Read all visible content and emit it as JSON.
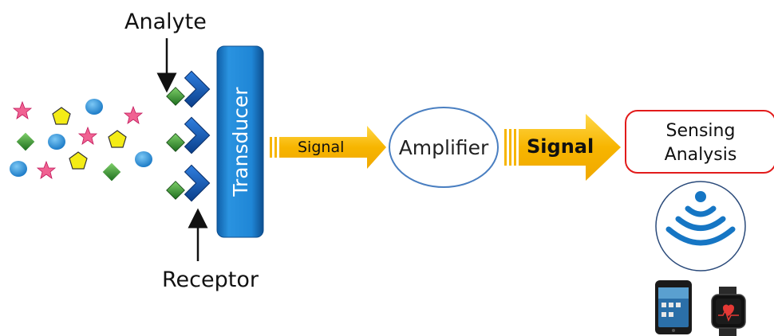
{
  "labels": {
    "analyte": "Analyte",
    "receptor": "Receptor",
    "transducer": "Transducer",
    "signal_1": "Signal",
    "amplifier": "Amplifier",
    "signal_2": "Signal",
    "sensing_line1": "Sensing",
    "sensing_line2": "Analysis"
  },
  "colors": {
    "transducer": "#1a7fd1",
    "arrow": "#f5b800",
    "sensing_border": "#e21b1b",
    "molecule_star": "#f06292",
    "molecule_pentagon": "#f4ec16",
    "molecule_circle": "#1f8fd6",
    "molecule_diamond": "#2e8b2e",
    "receptor_blue": "#1a5fb4"
  },
  "icons": [
    "wireless-signal-icon",
    "smartphone-icon",
    "smartwatch-icon"
  ]
}
